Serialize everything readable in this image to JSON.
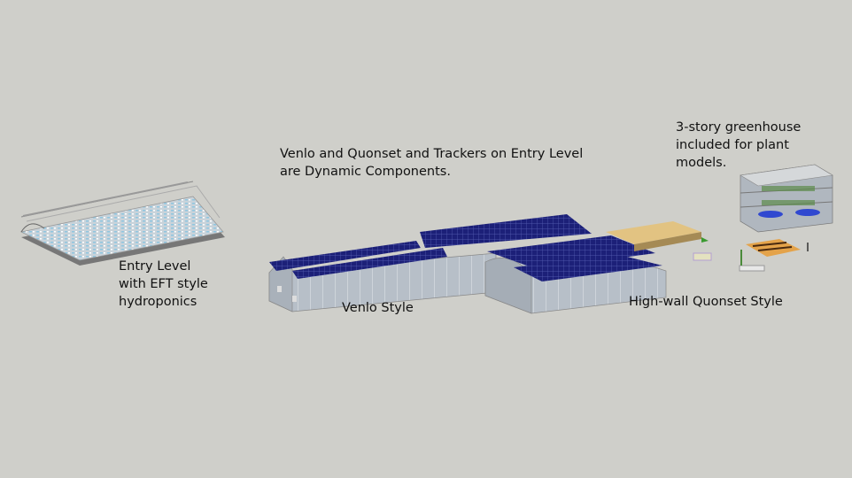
{
  "labels": {
    "entry_level": [
      "Entry Level",
      "with EFT style",
      "hydroponics"
    ],
    "dynamic_note": [
      "Venlo and Quonset and Trackers on Entry Level",
      "are Dynamic Components."
    ],
    "three_story": [
      "3-story greenhouse",
      "included for plant",
      "models."
    ],
    "venlo": "Venlo Style",
    "quonset": "High-wall Quonset Style"
  },
  "colors": {
    "background": "#cfcfca",
    "solar_panel": "#1c2078",
    "glass": "#b4bcc4",
    "sand_box": "#e2c382",
    "water": "#3048d0"
  }
}
